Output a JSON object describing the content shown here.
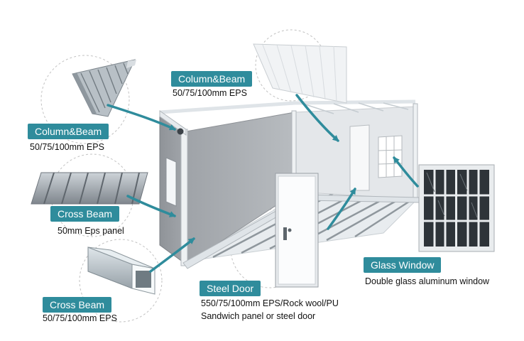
{
  "callouts": {
    "column_beam_left": {
      "title": "Column&Beam",
      "desc": "50/75/100mm EPS"
    },
    "column_beam_top": {
      "title": "Column&Beam",
      "desc": "50/75/100mm EPS"
    },
    "cross_beam_panel": {
      "title": "Cross Beam",
      "desc": "50mm Eps panel"
    },
    "cross_beam_tube": {
      "title": "Cross Beam",
      "desc": "50/75/100mm EPS"
    },
    "steel_door": {
      "title": "Steel Door",
      "desc_line1": "550/75/100mm EPS/Rock wool/PU",
      "desc_line2": "Sandwich panel or steel door"
    },
    "glass_window": {
      "title": "Glass Window",
      "desc": "Double glass aluminum window"
    }
  },
  "colors": {
    "tag": "#2f8c9c",
    "arrow": "#2f8c9c",
    "wall": "#a9adb2",
    "frame": "#eef1f3"
  }
}
